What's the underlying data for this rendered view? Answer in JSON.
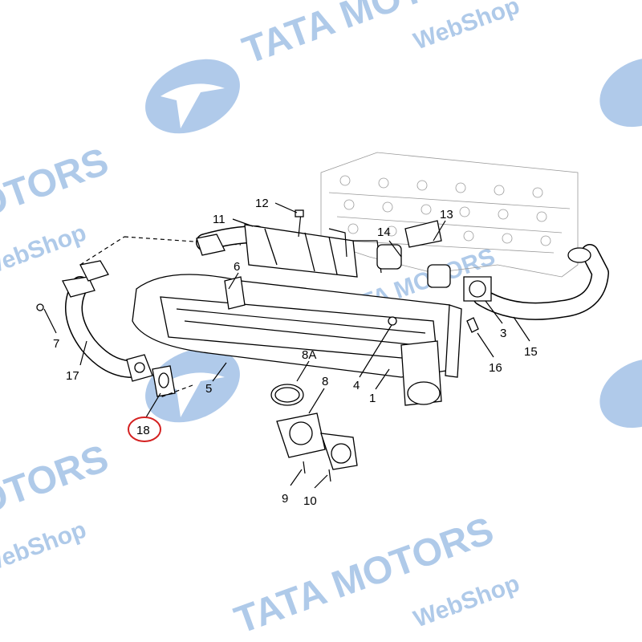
{
  "diagram": {
    "part_labels": [
      "1",
      "3",
      "4",
      "5",
      "6",
      "7",
      "8",
      "8A",
      "9",
      "10",
      "11",
      "12",
      "13",
      "14",
      "15",
      "16",
      "17",
      "18"
    ],
    "highlighted_label": "18",
    "highlight_color": "#d42020"
  },
  "watermark": {
    "brand": "TATA MOTORS",
    "sub": "WebShop",
    "color": "#6f9fd8"
  }
}
